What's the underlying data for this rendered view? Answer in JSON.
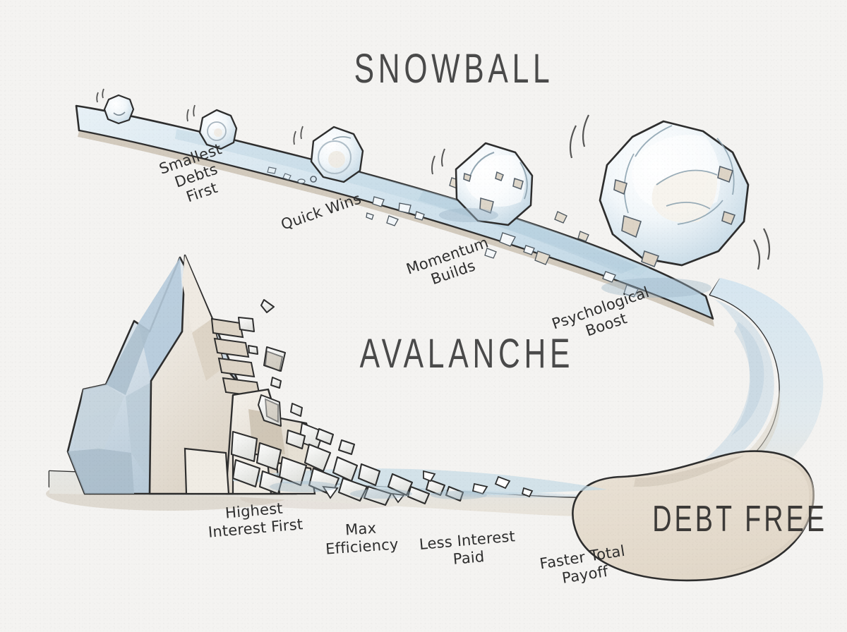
{
  "infographic": {
    "background_color": "#f4f3f1",
    "ink_color": "#2e2e2e",
    "ice_blue": "#cfe0ea",
    "ice_light": "#eef4f8",
    "beige": "#e7ddd0",
    "shadow": "#c9c0b4"
  },
  "titles": {
    "snowball": "SNOWBALL",
    "avalanche": "AVALANCHE",
    "debt_free": "DEBT FREE"
  },
  "snowball_labels": [
    {
      "id": "smallest-debts-first",
      "text": "Smallest Debts\nFirst"
    },
    {
      "id": "quick-wins",
      "text": "Quick Wins"
    },
    {
      "id": "momentum-builds",
      "text": "Momentum\nBuilds"
    },
    {
      "id": "psychological-boost",
      "text": "Psychological\nBoost"
    }
  ],
  "avalanche_labels": [
    {
      "id": "highest-interest-first",
      "text": "Highest\nInterest First"
    },
    {
      "id": "max-efficiency",
      "text": "Max Efficiency"
    },
    {
      "id": "less-interest-paid",
      "text": "Less Interest\nPaid"
    },
    {
      "id": "faster-total-payoff",
      "text": "Faster Total\nPayoff"
    }
  ],
  "chart_data": {
    "type": "diagram",
    "title": "Snowball vs Avalanche debt payoff methods",
    "tracks": [
      {
        "name": "SNOWBALL",
        "stages": [
          "Smallest Debts First",
          "Quick Wins",
          "Momentum Builds",
          "Psychological Boost"
        ],
        "motif": "snowballs growing larger while rolling down a slope",
        "growth": [
          20,
          28,
          42,
          67,
          112
        ]
      },
      {
        "name": "AVALANCHE",
        "stages": [
          "Highest Interest First",
          "Max Efficiency",
          "Less Interest Paid",
          "Faster Total Payoff"
        ],
        "motif": "mountain collapsing into a debris field sliding down a slope"
      }
    ],
    "destination": "DEBT FREE"
  }
}
